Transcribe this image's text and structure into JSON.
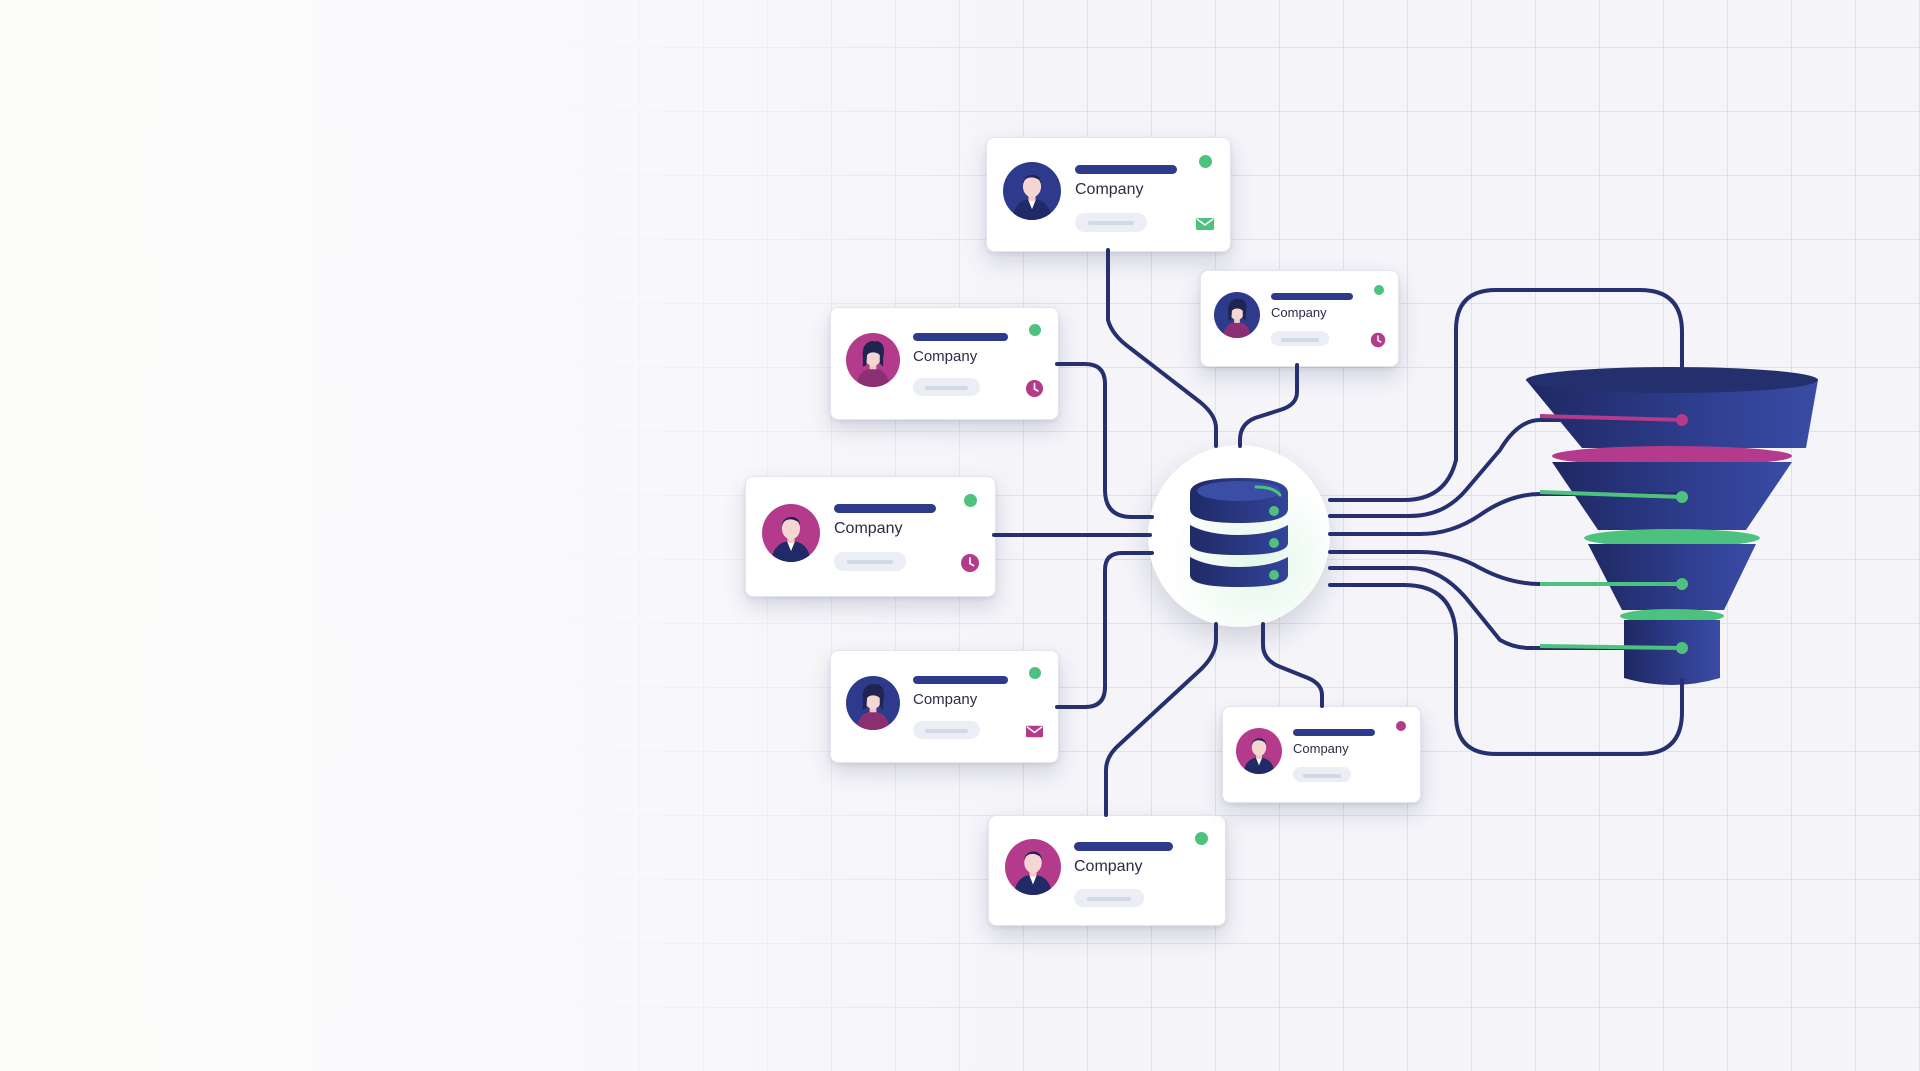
{
  "colors": {
    "navy": "#2e3a8c",
    "line": "#27306e",
    "magenta": "#b43a8c",
    "green": "#4cc27e",
    "card_bg": "#ffffff"
  },
  "cards": [
    {
      "id": "top",
      "company": "Company",
      "status_color": "#4cc27e",
      "badge": "envelope-icon",
      "badge_color": "#4cc27e",
      "avatar_bg": "#2e3a8c",
      "gender": "male"
    },
    {
      "id": "upper-left",
      "company": "Company",
      "status_color": "#4cc27e",
      "badge": "clock-icon",
      "badge_color": "#b43a8c",
      "avatar_bg": "#b43a8c",
      "gender": "female"
    },
    {
      "id": "left",
      "company": "Company",
      "status_color": "#4cc27e",
      "badge": "clock-icon",
      "badge_color": "#b43a8c",
      "avatar_bg": "#b43a8c",
      "gender": "male"
    },
    {
      "id": "lower-left",
      "company": "Company",
      "status_color": "#4cc27e",
      "badge": "envelope-icon",
      "badge_color": "#b43a8c",
      "avatar_bg": "#2e3a8c",
      "gender": "female"
    },
    {
      "id": "bottom",
      "company": "Company",
      "status_color": "#4cc27e",
      "badge": "",
      "badge_color": "",
      "avatar_bg": "#b43a8c",
      "gender": "male"
    },
    {
      "id": "upper-right",
      "company": "Company",
      "status_color": "#4cc27e",
      "badge": "clock-icon",
      "badge_color": "#b43a8c",
      "avatar_bg": "#2e3a8c",
      "gender": "female"
    },
    {
      "id": "lower-right",
      "company": "Company",
      "status_color": "#b43a8c",
      "badge": "",
      "badge_color": "",
      "avatar_bg": "#b43a8c",
      "gender": "male"
    }
  ],
  "hub": {
    "icon": "database-icon"
  },
  "funnel": {
    "icon": "funnel-icon",
    "tiers": 4,
    "tier_accent_colors": [
      "#b43a8c",
      "#4cc27e",
      "#4cc27e",
      "#4cc27e"
    ]
  }
}
